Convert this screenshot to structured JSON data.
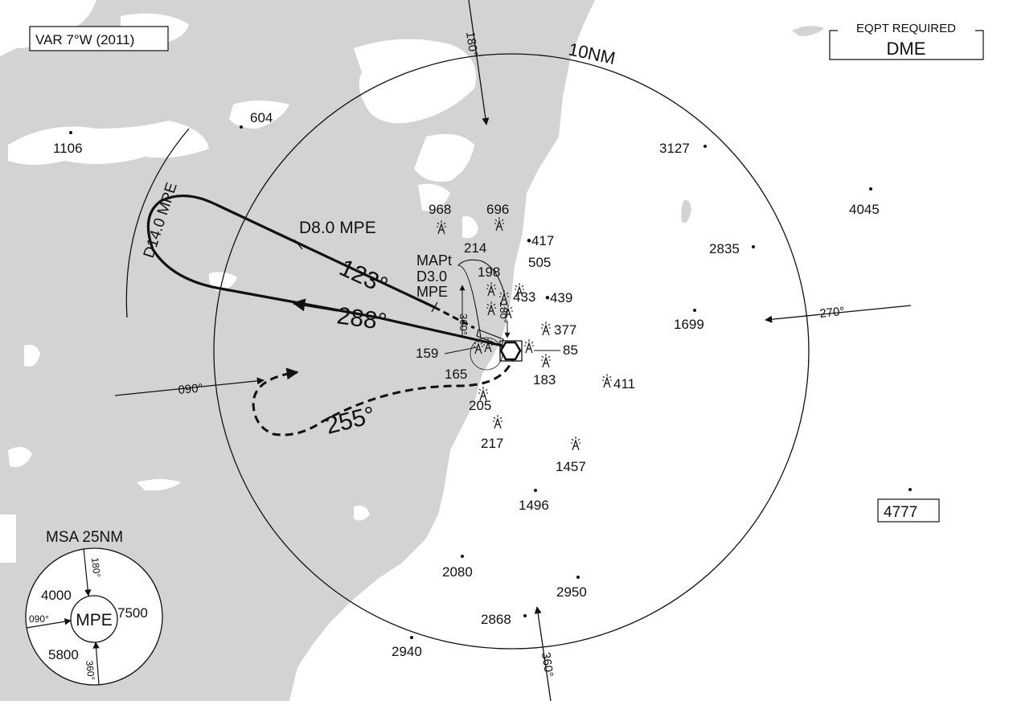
{
  "variation": "VAR 7°W (2011)",
  "eqpt": {
    "title": "EQPT REQUIRED",
    "value": "DME"
  },
  "ring": {
    "label": "10NM"
  },
  "procedure": {
    "d14_fix": "D14.0 MPE",
    "d8_fix": "D8.0 MPE",
    "outbound_course": "123°",
    "inbound_course": "288°",
    "teardrop_course": "255°",
    "mapt_line1": "MAPt",
    "mapt_line2": "D3.0",
    "mapt_line3": "MPE"
  },
  "radials": {
    "north": "180°",
    "east": "270°",
    "west": "090°",
    "south": "360°",
    "inner_north": "180°",
    "inner_south": "360°"
  },
  "spot_heights": {
    "h1106": "1106",
    "h604": "604",
    "h968": "968",
    "h696": "696",
    "h417": "•417",
    "h214": "214",
    "h505": "505",
    "h198": "198",
    "h433": "433",
    "h439": "•439",
    "h377": "377",
    "h85": "85",
    "h159": "159",
    "h165": "165",
    "h183": "183",
    "h411": "411",
    "h205": "205",
    "h217": "217",
    "h1457": "1457",
    "h1496": "1496",
    "h2080": "2080",
    "h2950": "2950",
    "h2868": "2868",
    "h2940": "2940",
    "h3127": "3127",
    "h4045": "4045",
    "h2835": "2835",
    "h1699": "1699",
    "h4777": "4777"
  },
  "msa": {
    "title": "MSA 25NM",
    "center": "MPE",
    "nw": "4000",
    "ne": "7500",
    "sw": "5800",
    "radial_n": "180°",
    "radial_w": "090°",
    "radial_s": "360°"
  },
  "colors": {
    "land": "#d3d3d3",
    "water": "#ffffff",
    "ink": "#111111"
  }
}
